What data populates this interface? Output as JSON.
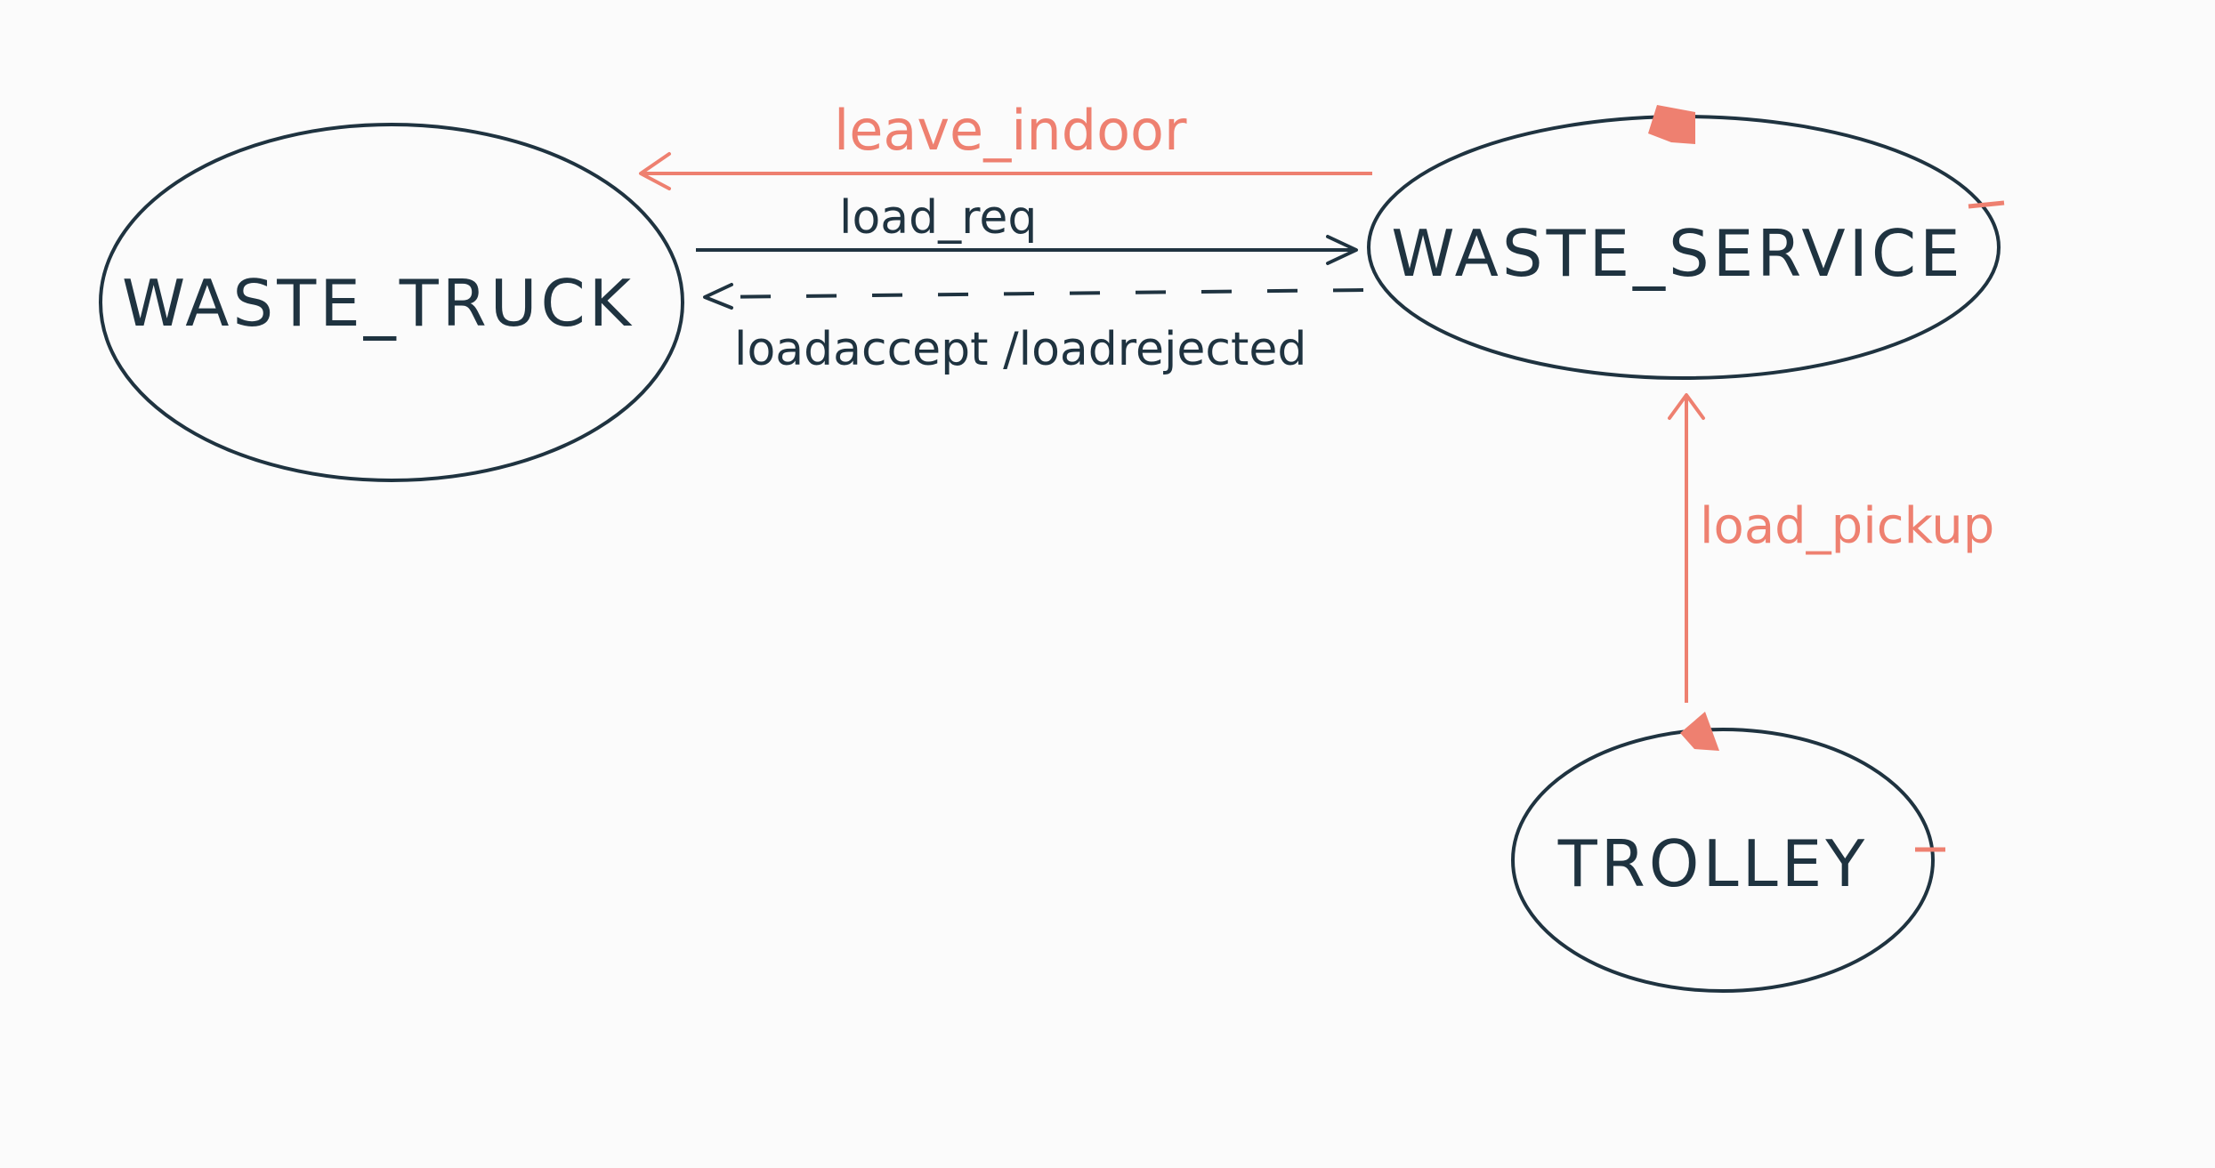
{
  "diagram": {
    "nodes": [
      {
        "id": "waste_truck",
        "label": "WASTE_TRUCK"
      },
      {
        "id": "waste_service",
        "label": "WASTE_SERVICE"
      },
      {
        "id": "trolley",
        "label": "TROLLEY"
      }
    ],
    "edges": [
      {
        "id": "leave_indoor",
        "label": "leave_indoor",
        "from": "waste_service",
        "to": "waste_truck",
        "style": "solid",
        "color": "#ee8070"
      },
      {
        "id": "load_req",
        "label": "load_req",
        "from": "waste_truck",
        "to": "waste_service",
        "style": "solid",
        "color": "#1f3340"
      },
      {
        "id": "load_reply",
        "label": "loadaccept /loadrejected",
        "from": "waste_service",
        "to": "waste_truck",
        "style": "dashed",
        "color": "#1f3340"
      },
      {
        "id": "load_pickup",
        "label": "load_pickup",
        "from": "trolley",
        "to": "waste_service",
        "style": "solid",
        "color": "#ee8070"
      }
    ],
    "colors": {
      "ink": "#1f3340",
      "accent": "#ee8070",
      "background": "#fbfbfb"
    }
  }
}
